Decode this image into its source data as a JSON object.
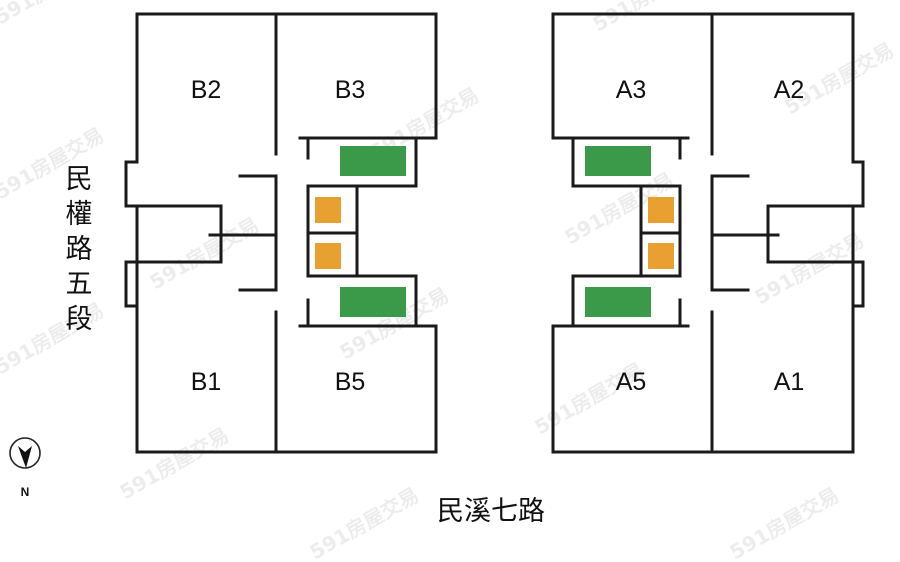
{
  "diagram": {
    "type": "floor-plan",
    "buildings": [
      {
        "name": "B",
        "units": [
          {
            "label": "B2",
            "position": "top-left"
          },
          {
            "label": "B3",
            "position": "top-right"
          },
          {
            "label": "B1",
            "position": "bottom-left"
          },
          {
            "label": "B5",
            "position": "bottom-right"
          }
        ],
        "elevators": 2,
        "stairs": 2
      },
      {
        "name": "A",
        "units": [
          {
            "label": "A3",
            "position": "top-left"
          },
          {
            "label": "A2",
            "position": "top-right"
          },
          {
            "label": "A5",
            "position": "bottom-left"
          },
          {
            "label": "A1",
            "position": "bottom-right"
          }
        ],
        "elevators": 2,
        "stairs": 2
      }
    ],
    "roads": {
      "west": "民權路五段",
      "south": "民溪七路"
    },
    "west_road_chars": [
      "民",
      "權",
      "路",
      "五",
      "段"
    ],
    "compass": {
      "label": "N",
      "icon": "north-arrow-icon"
    },
    "legend_colors": {
      "stair": "#3a9a4a",
      "elevator": "#e8a030",
      "wall": "#1a1a1a"
    },
    "watermark": "591房屋交易"
  }
}
